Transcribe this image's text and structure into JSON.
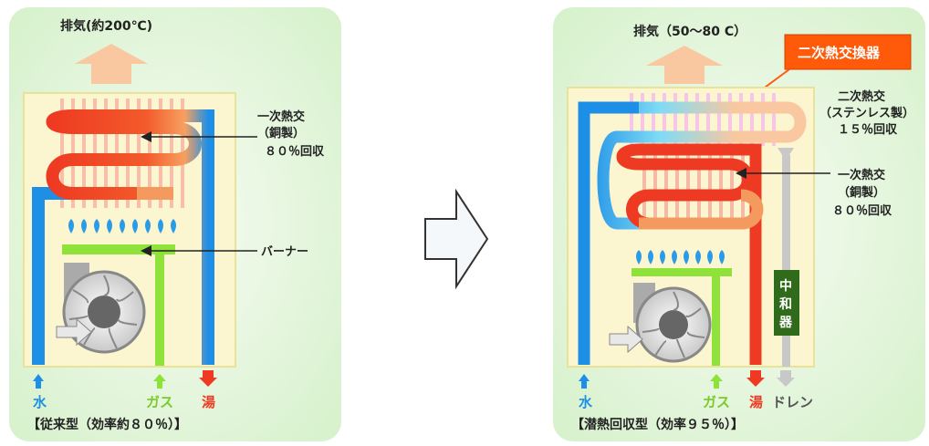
{
  "left": {
    "exhaust_label": "排気(約200℃)",
    "primary_hx_line1": "一次熱交",
    "primary_hx_line2": "（銅製）",
    "primary_hx_line3": "８０％回収",
    "burner_label": "バーナー",
    "water_label": "水",
    "gas_label": "ガス",
    "hot_water_label": "湯",
    "caption": "【従来型（効率約８０％）】"
  },
  "right": {
    "exhaust_label": "排気（50～80 C）",
    "secondary_hx_callout": "二次熱交換器",
    "secondary_hx_line1": "二次熱交",
    "secondary_hx_line2": "（ステンレス製）",
    "secondary_hx_line3": "１５％回収",
    "primary_hx_line1": "一次熱交",
    "primary_hx_line2": "（銅製）",
    "primary_hx_line3": "８０％回収",
    "neutralizer_label": [
      "中",
      "和",
      "器"
    ],
    "water_label": "水",
    "gas_label": "ガス",
    "hot_water_label": "湯",
    "drain_label": "ドレン",
    "caption": "【潜熱回収型（効率９５％）】"
  },
  "colors": {
    "panel_bg": "#dff5d6",
    "box_bg": "#fbf5d0",
    "box_border": "#e9e39a",
    "water_blue": "#1e8fe6",
    "hot_red": "#ee3a22",
    "gas_green": "#8fe23a",
    "exhaust_peach": "#f9c8a0",
    "callout_orange": "#ff5a0a",
    "neutralizer_green": "#2f6b1a",
    "drain_gray": "#c8c8c8"
  }
}
